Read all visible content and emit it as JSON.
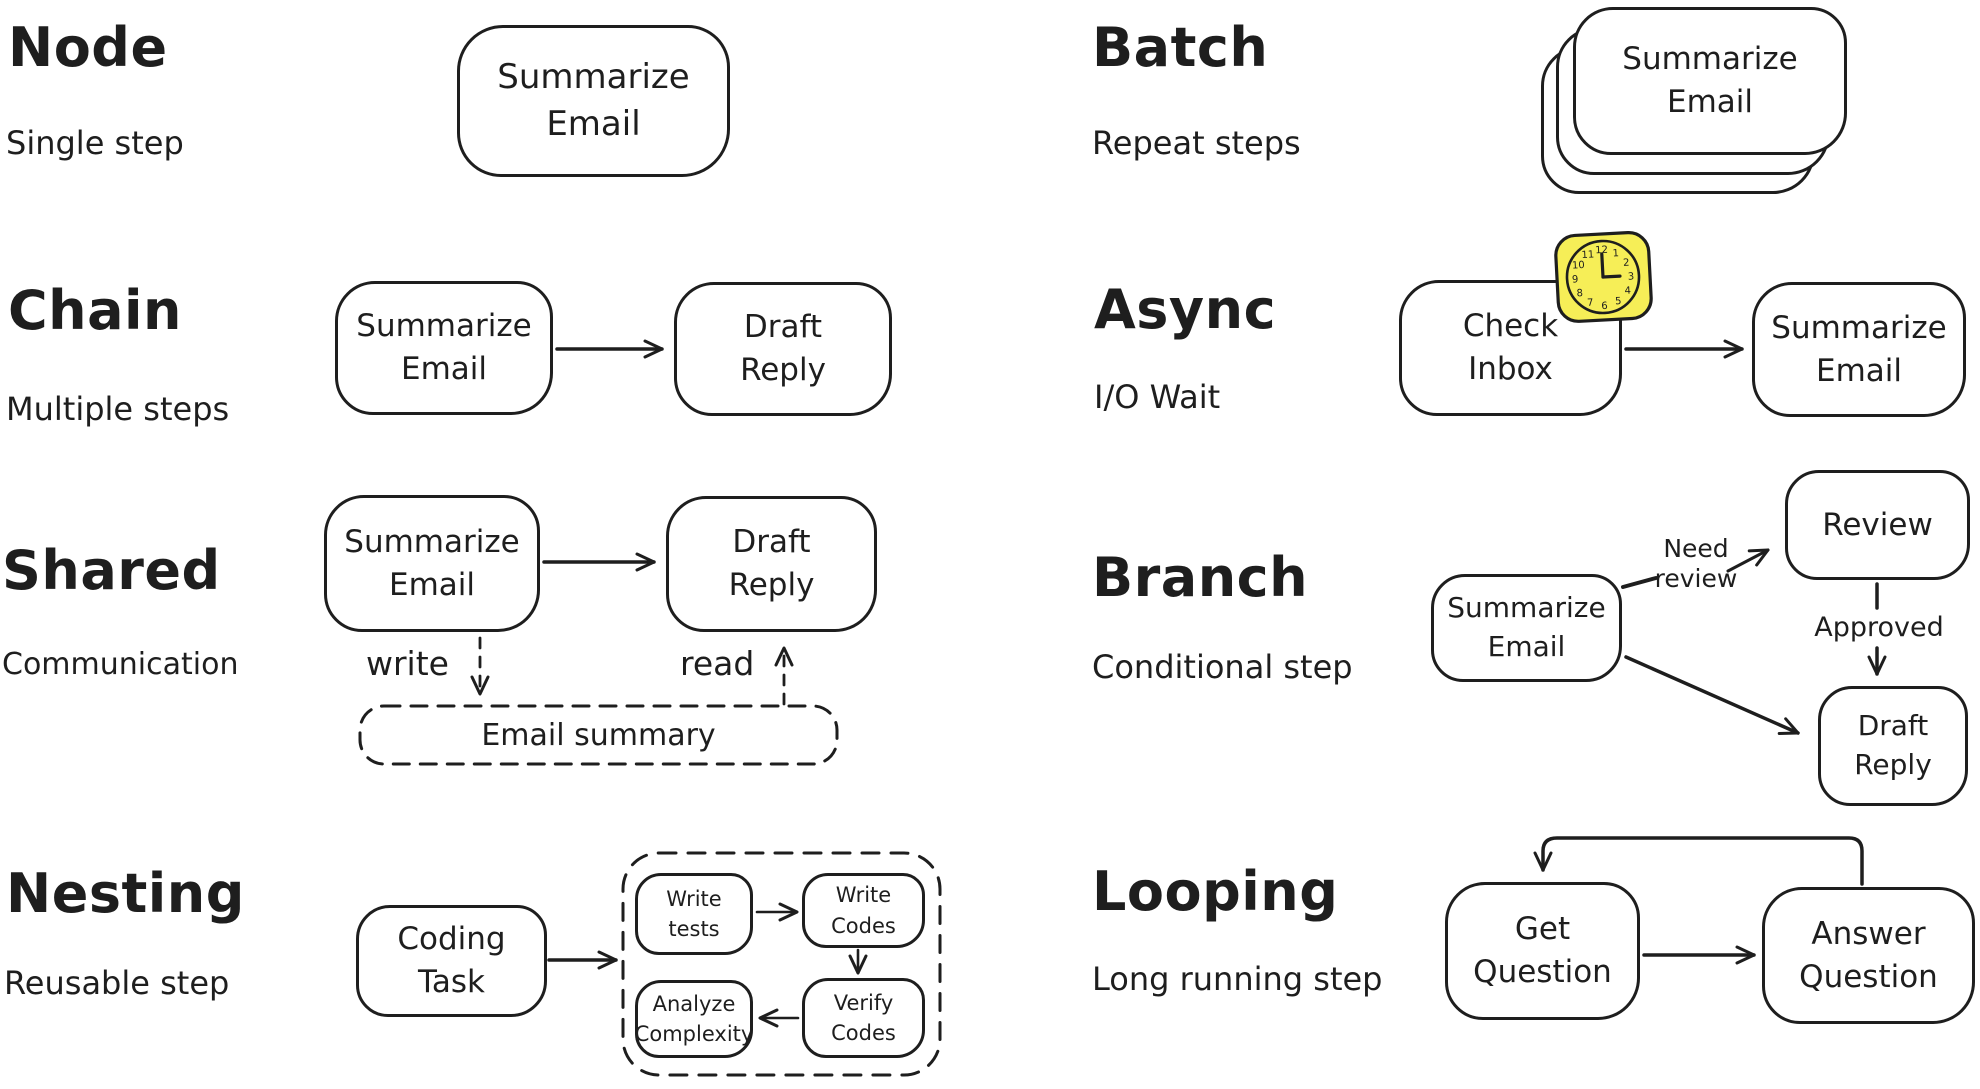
{
  "ink_color": "#1e1e1e",
  "clock_fill_color": "#f6ee57",
  "sections": {
    "node": {
      "title": "Node",
      "subtitle": "Single step",
      "box_summarize_email": "Summarize\nEmail"
    },
    "chain": {
      "title": "Chain",
      "subtitle": "Multiple steps",
      "box_summarize_email": "Summarize\nEmail",
      "box_draft_reply": "Draft\nReply"
    },
    "shared": {
      "title": "Shared",
      "subtitle": "Communication",
      "box_summarize_email": "Summarize\nEmail",
      "box_draft_reply": "Draft\nReply",
      "write_label": "write",
      "read_label": "read",
      "store_label": "Email summary"
    },
    "nesting": {
      "title": "Nesting",
      "subtitle": "Reusable step",
      "box_coding_task": "Coding\nTask",
      "box_write_tests": "Write\ntests",
      "box_write_codes": "Write\nCodes",
      "box_analyze_complexity": "Analyze\nComplexity",
      "box_verify_codes": "Verify\nCodes"
    },
    "batch": {
      "title": "Batch",
      "subtitle": "Repeat steps",
      "box_summarize_email": "Summarize\nEmail"
    },
    "async": {
      "title": "Async",
      "subtitle": "I/O Wait",
      "box_check_inbox": "Check\nInbox",
      "box_summarize_email": "Summarize\nEmail",
      "clock_numbers": [
        "12",
        "1",
        "2",
        "3",
        "4",
        "5",
        "6",
        "7",
        "8",
        "9",
        "10",
        "11"
      ]
    },
    "branch": {
      "title": "Branch",
      "subtitle": "Conditional step",
      "box_summarize_email": "Summarize\nEmail",
      "box_review": "Review",
      "box_draft_reply": "Draft\nReply",
      "label_need_review": "Need\nreview",
      "label_approved": "Approved"
    },
    "looping": {
      "title": "Looping",
      "subtitle": "Long running step",
      "box_get_question": "Get\nQuestion",
      "box_answer_question": "Answer\nQuestion"
    }
  }
}
